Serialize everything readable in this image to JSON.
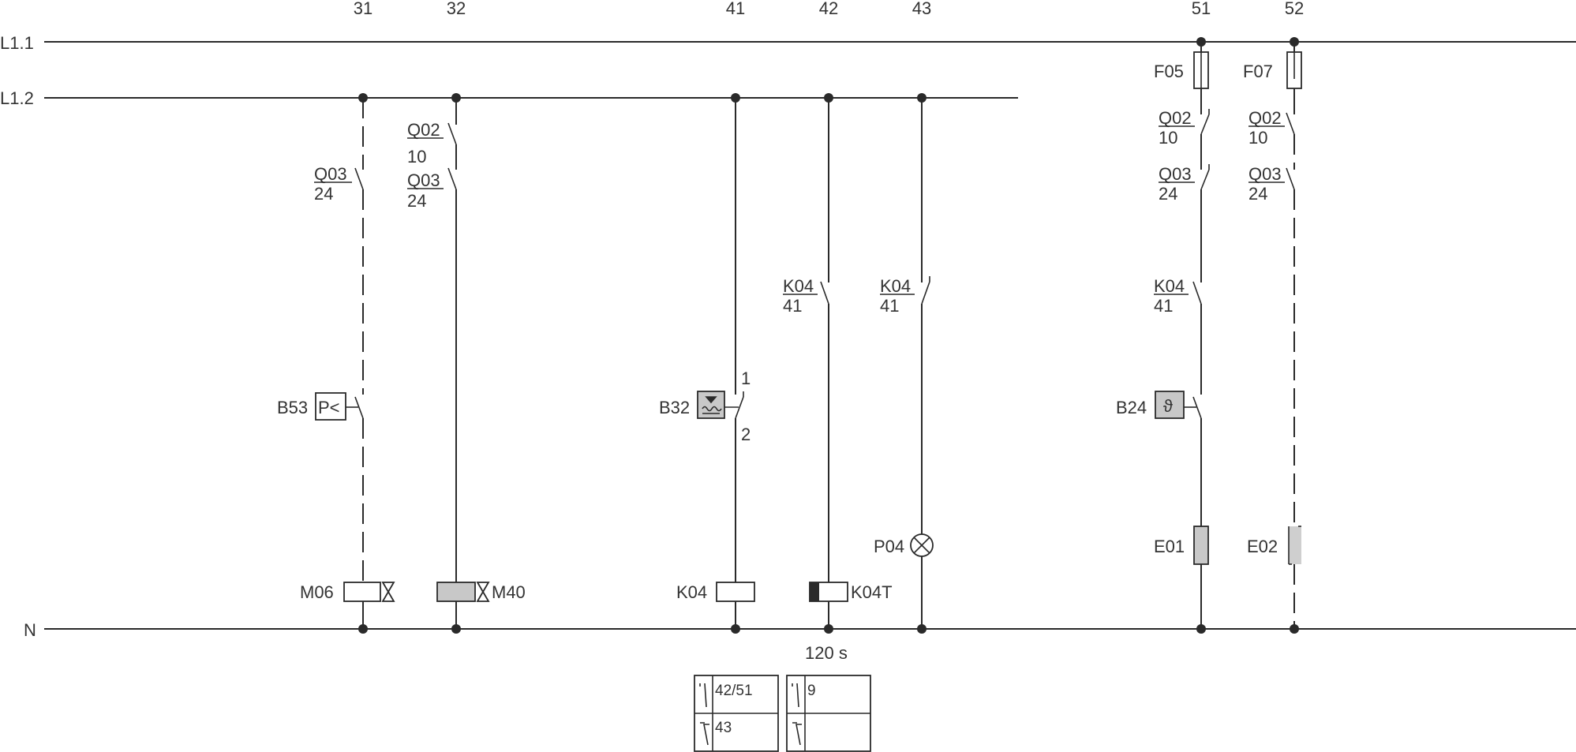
{
  "column_numbers": [
    "31",
    "32",
    "41",
    "42",
    "43",
    "51",
    "52"
  ],
  "rails": {
    "l11": "L1.1",
    "l12": "L1.2",
    "n": "N"
  },
  "components": {
    "q03": "Q03",
    "q02": "Q02",
    "k04": "K04",
    "b53": "B53",
    "b53_symbol": "P<",
    "b32": "B32",
    "b24": "B24",
    "b24_symbol": "ϑ",
    "m06": "M06",
    "m40": "M40",
    "k04t": "K04T",
    "p04": "P04",
    "f05": "F05",
    "f07": "F07",
    "e01": "E01",
    "e02": "E02"
  },
  "refs": {
    "r10": "10",
    "r24": "24",
    "r41": "41"
  },
  "b32_terminals": {
    "t1": "1",
    "t2": "2"
  },
  "timer": "120 s",
  "contact_tables": [
    {
      "no": "42/51",
      "nc": "43"
    },
    {
      "no": "9",
      "nc": ""
    }
  ]
}
